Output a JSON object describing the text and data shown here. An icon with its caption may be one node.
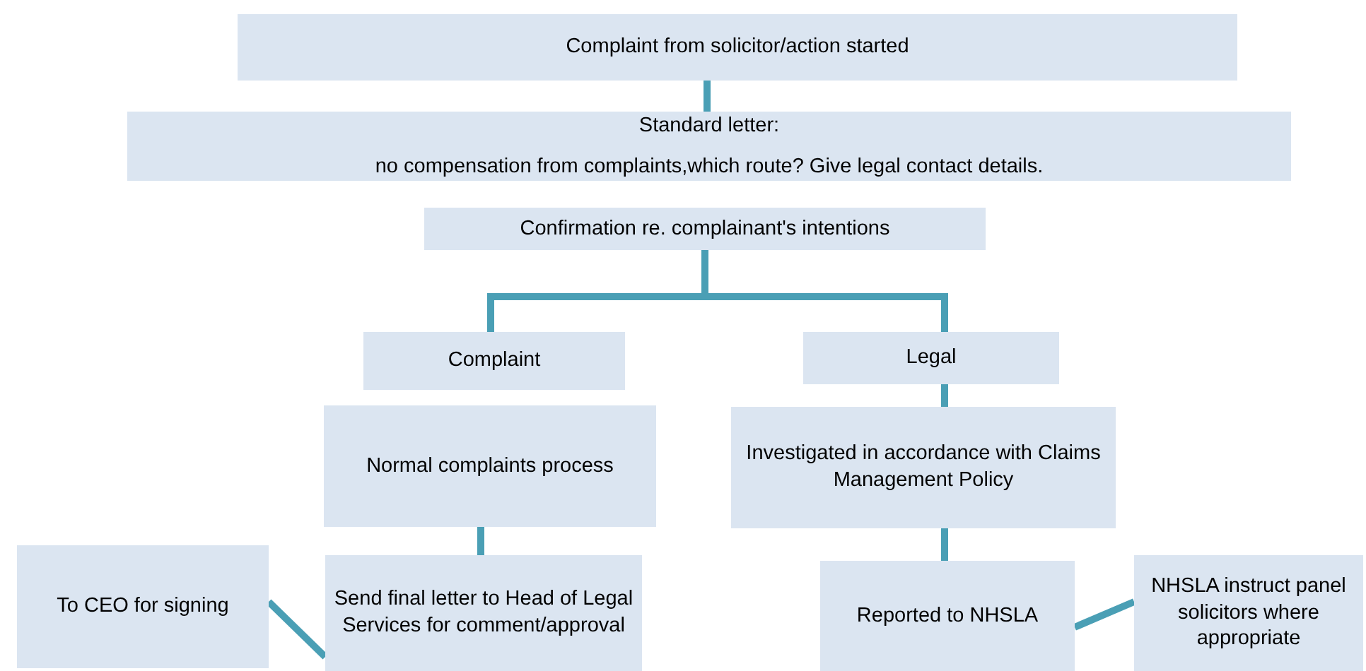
{
  "diagram": {
    "nodes": [
      {
        "text": [
          "Complaint from solicitor/action started"
        ]
      },
      {
        "text": [
          "Standard letter:",
          "no compensation from complaints,which route? Give legal contact details."
        ]
      },
      {
        "text": [
          "Confirmation re. complainant's intentions"
        ]
      },
      {
        "text": [
          "Complaint"
        ]
      },
      {
        "text": [
          "Legal"
        ]
      },
      {
        "text": [
          "Normal complaints process"
        ]
      },
      {
        "text": [
          "Investigated in accordance with Claims Management Policy"
        ]
      },
      {
        "text": [
          "To CEO for signing"
        ]
      },
      {
        "text": [
          "Send final letter to Head of Legal Services for comment/approval"
        ]
      },
      {
        "text": [
          "Reported to NHSLA"
        ]
      },
      {
        "text": [
          "NHSLA instruct panel solicitors where appropriate"
        ]
      }
    ],
    "edges": [
      {
        "from": 0,
        "to": 1,
        "arrow": "none"
      },
      {
        "from": 2,
        "to": 3,
        "arrow": "none"
      },
      {
        "from": 2,
        "to": 4,
        "arrow": "none"
      },
      {
        "from": 4,
        "to": 6,
        "arrow": "none"
      },
      {
        "from": 5,
        "to": 8,
        "arrow": "none"
      },
      {
        "from": 6,
        "to": 9,
        "arrow": "none"
      },
      {
        "from": 8,
        "to": 7,
        "arrow": "none"
      },
      {
        "from": 9,
        "to": 10,
        "arrow": "none"
      }
    ]
  }
}
